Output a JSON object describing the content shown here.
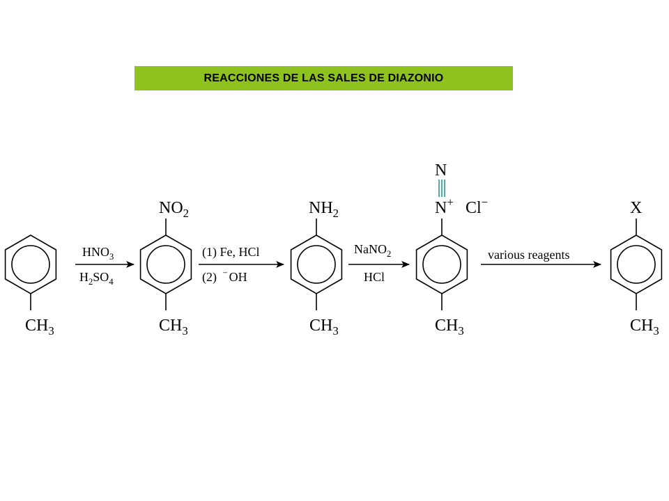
{
  "title": "REACCIONES DE LAS SALES DE DIAZONIO",
  "colors": {
    "banner": "#8dc21f",
    "highlight": "#1aa08c",
    "ink": "#000000"
  },
  "molecules": {
    "toluene": {
      "bottom": {
        "main": "CH",
        "sub": "3"
      }
    },
    "nitrotoluene": {
      "top": {
        "main": "NO",
        "sub": "2"
      },
      "bottom": {
        "main": "CH",
        "sub": "3"
      }
    },
    "toluidine": {
      "top": {
        "main": "NH",
        "sub": "2"
      },
      "bottom": {
        "main": "CH",
        "sub": "3"
      }
    },
    "diazonium": {
      "n_terminal": "N",
      "n_plus": "N",
      "plus": "+",
      "counterion": "Cl",
      "minus": "−",
      "bottom": {
        "main": "CH",
        "sub": "3"
      }
    },
    "product": {
      "top": "X",
      "bottom": {
        "main": "CH",
        "sub": "3"
      }
    }
  },
  "arrows": {
    "a1": {
      "above": {
        "main": "HNO",
        "sub": "3"
      },
      "below": {
        "pre": "H",
        "sub1": "2",
        "mid": "SO",
        "sub2": "4"
      }
    },
    "a2": {
      "above": "(1) Fe, HCl",
      "below_pre": "(2) ",
      "below_sup": "−",
      "below_post": "OH"
    },
    "a3": {
      "above": {
        "main": "NaNO",
        "sub": "2"
      },
      "below": "HCl"
    },
    "a4": {
      "above": "various reagents"
    }
  }
}
